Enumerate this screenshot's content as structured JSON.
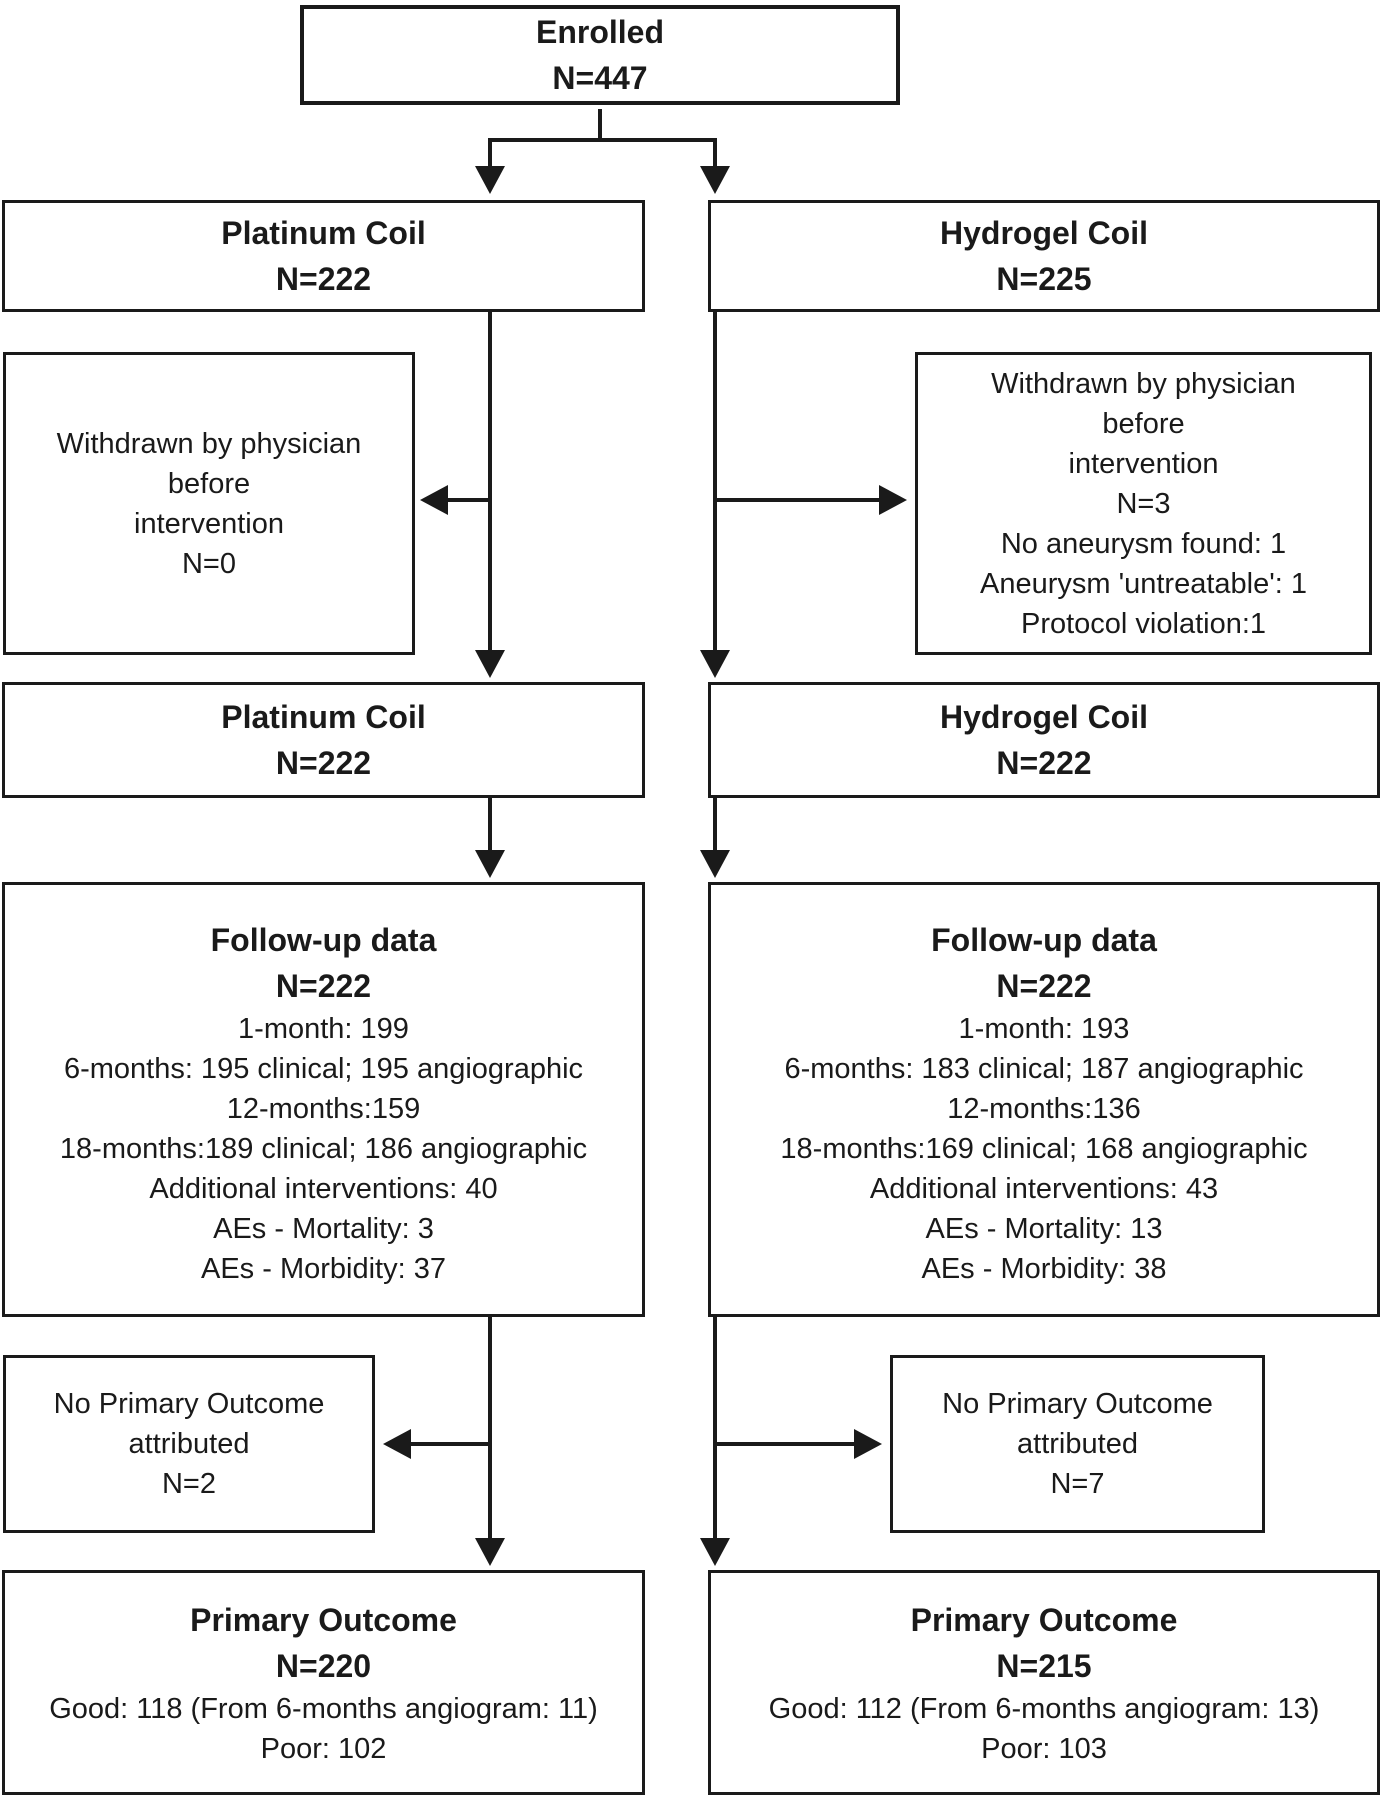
{
  "colors": {
    "line": "#1a1a1a",
    "background": "#ffffff"
  },
  "boxes": {
    "enrolled": {
      "lines": [
        "Enrolled",
        "N=447"
      ]
    },
    "platinum_arm": {
      "lines": [
        "Platinum Coil",
        "N=222"
      ]
    },
    "hydrogel_arm": {
      "lines": [
        "Hydrogel Coil",
        "N=225"
      ]
    },
    "withdrawn_left": {
      "lines": [
        "Withdrawn by physician",
        "before",
        "intervention",
        "N=0"
      ]
    },
    "withdrawn_right": {
      "lines": [
        "Withdrawn by physician",
        "before",
        "intervention",
        "N=3",
        "No aneurysm found: 1",
        "Aneurysm 'untreatable': 1",
        "Protocol violation:1"
      ]
    },
    "platinum_treated": {
      "lines": [
        "Platinum Coil",
        "N=222"
      ]
    },
    "hydrogel_treated": {
      "lines": [
        "Hydrogel Coil",
        "N=222"
      ]
    },
    "followup_left": {
      "title_lines": [
        "Follow-up data",
        "N=222"
      ],
      "detail_lines": [
        "1-month: 199",
        "6-months: 195 clinical; 195 angiographic",
        "12-months:159",
        "18-months:189 clinical; 186 angiographic",
        "Additional interventions: 40",
        "AEs - Mortality: 3",
        "AEs - Morbidity: 37"
      ]
    },
    "followup_right": {
      "title_lines": [
        "Follow-up data",
        "N=222"
      ],
      "detail_lines": [
        "1-month: 193",
        "6-months: 183 clinical; 187 angiographic",
        "12-months:136",
        "18-months:169 clinical; 168 angiographic",
        "Additional interventions: 43",
        "AEs - Mortality: 13",
        "AEs - Morbidity: 38"
      ]
    },
    "no_primary_left": {
      "lines": [
        "No Primary Outcome",
        "attributed",
        "N=2"
      ]
    },
    "no_primary_right": {
      "lines": [
        "No Primary Outcome",
        "attributed",
        "N=7"
      ]
    },
    "primary_left": {
      "title_lines": [
        "Primary Outcome",
        "N=220"
      ],
      "detail_lines": [
        "Good: 118 (From 6-months angiogram: 11)",
        "Poor: 102"
      ]
    },
    "primary_right": {
      "title_lines": [
        "Primary Outcome",
        "N=215"
      ],
      "detail_lines": [
        "Good: 112 (From 6-months angiogram: 13)",
        "Poor: 103"
      ]
    }
  }
}
